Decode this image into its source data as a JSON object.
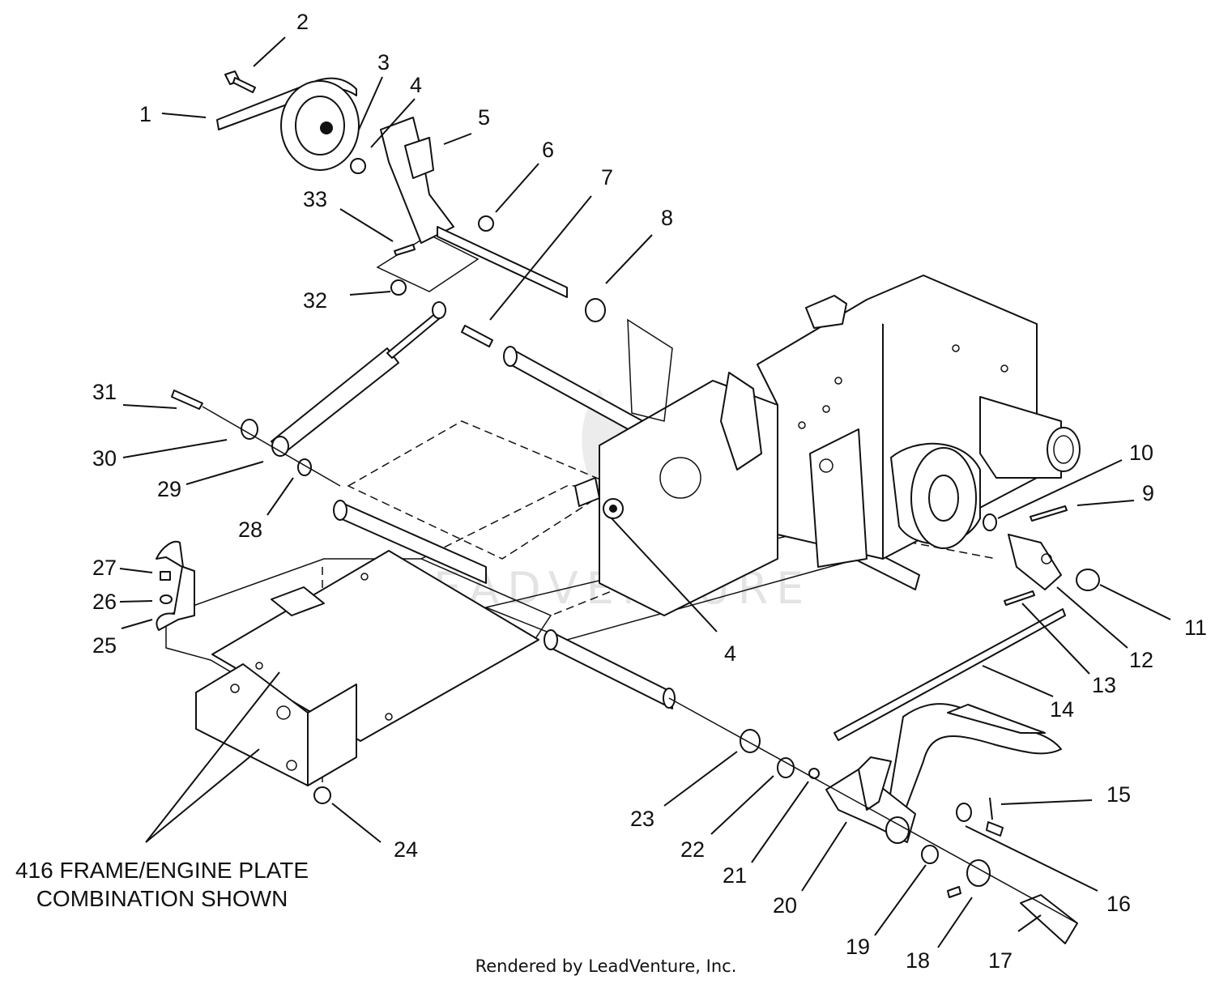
{
  "callouts": [
    "1",
    "2",
    "3",
    "4",
    "5",
    "6",
    "7",
    "8",
    "9",
    "10",
    "11",
    "12",
    "13",
    "14",
    "15",
    "16",
    "17",
    "18",
    "19",
    "20",
    "21",
    "22",
    "23",
    "24",
    "25",
    "26",
    "27",
    "28",
    "29",
    "30",
    "31",
    "32",
    "33",
    "4"
  ],
  "caption": {
    "line1": "416 FRAME/ENGINE PLATE",
    "line2": "COMBINATION SHOWN"
  },
  "credit": "Rendered by LeadVenture, Inc.",
  "watermark": "LEADVENTURE"
}
